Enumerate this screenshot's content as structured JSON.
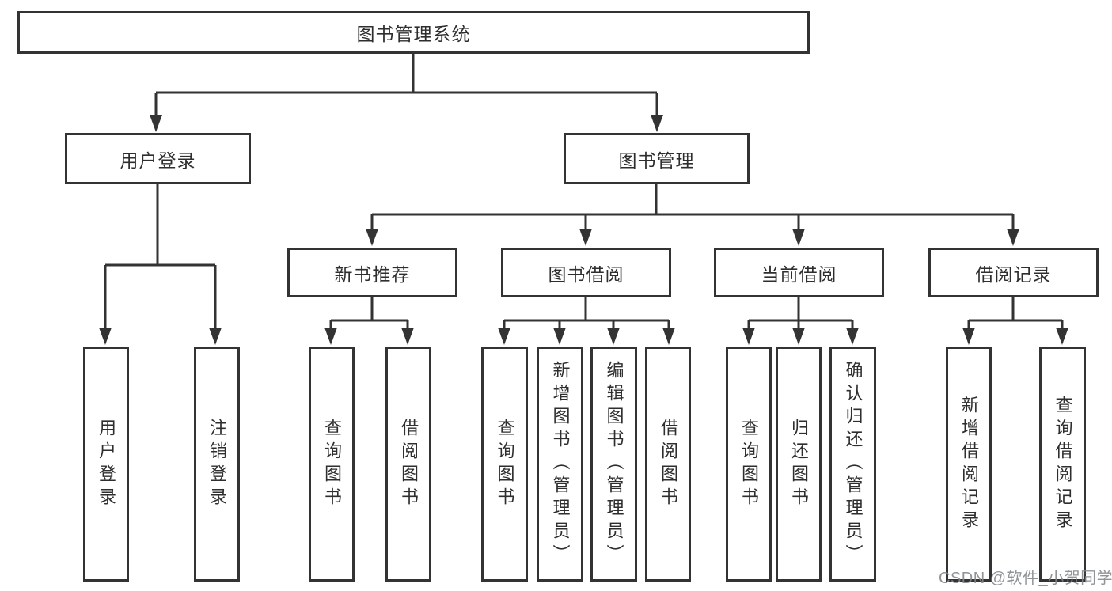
{
  "diagram": {
    "tree": {
      "root": {
        "label": "图书管理系统",
        "children": [
          {
            "label": "用户登录",
            "children": [
              {
                "label": "用户登录"
              },
              {
                "label": "注销登录"
              }
            ]
          },
          {
            "label": "图书管理",
            "children": [
              {
                "label": "新书推荐",
                "children": [
                  {
                    "label": "查询图书"
                  },
                  {
                    "label": "借阅图书"
                  }
                ]
              },
              {
                "label": "图书借阅",
                "children": [
                  {
                    "label": "查询图书"
                  },
                  {
                    "label": "新增图书（管理员）"
                  },
                  {
                    "label": "编辑图书（管理员）"
                  },
                  {
                    "label": "借阅图书"
                  }
                ]
              },
              {
                "label": "当前借阅",
                "children": [
                  {
                    "label": "查询图书"
                  },
                  {
                    "label": "归还图书"
                  },
                  {
                    "label": "确认归还（管理员）"
                  }
                ]
              },
              {
                "label": "借阅记录",
                "children": [
                  {
                    "label": "新增借阅记录"
                  },
                  {
                    "label": "查询借阅记录"
                  }
                ]
              }
            ]
          }
        ]
      }
    },
    "colors": {
      "line": "#333333",
      "box_border": "#333333",
      "text": "#2e2e2e",
      "background": "#ffffff",
      "watermark": "#84888c"
    }
  },
  "watermark": {
    "text": "CSDN @软件_小贺同学"
  }
}
